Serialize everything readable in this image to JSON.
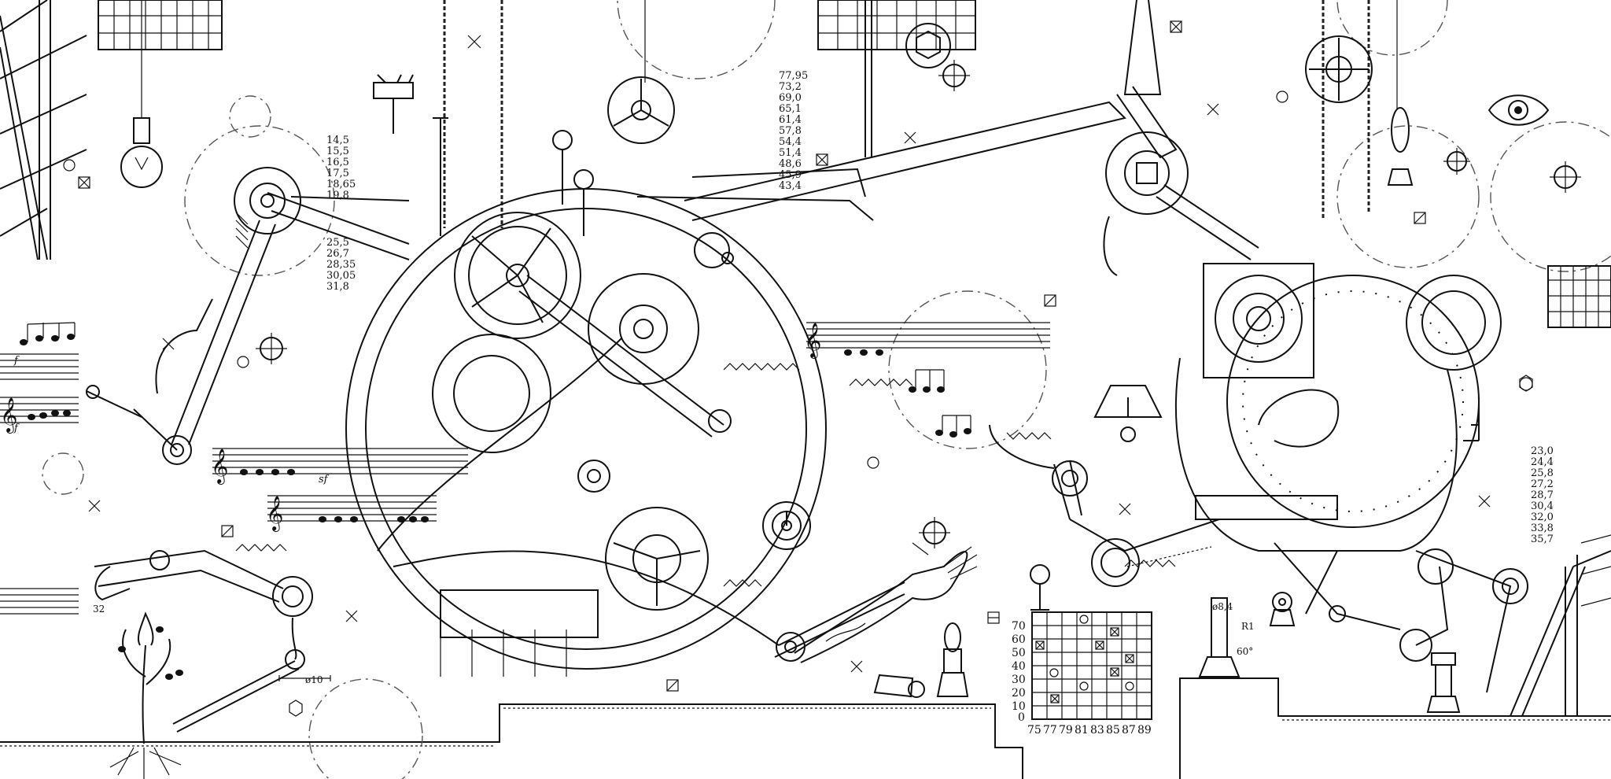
{
  "scene": {
    "description_free": true,
    "background": "#ffffff",
    "ink": "#111111"
  },
  "numbers_left": [
    "14,5",
    "15,5",
    "16,5",
    "17,5",
    "18,65",
    "19,8",
    "25,5",
    "26,7",
    "28,35",
    "30,05",
    "31,8"
  ],
  "numbers_center": [
    "77,95",
    "73,2",
    "69,0",
    "65,1",
    "61,4",
    "57,8",
    "54,4",
    "51,4",
    "48,6",
    "45,9",
    "43,4"
  ],
  "numbers_right": [
    "23,0",
    "24,4",
    "25,8",
    "27,2",
    "28,7",
    "30,4",
    "32,0",
    "33,8",
    "35,7"
  ],
  "grid_chart": {
    "y_ticks": [
      "70",
      "60",
      "50",
      "40",
      "30",
      "20",
      "10",
      "0"
    ],
    "x_ticks": [
      "75",
      "77",
      "79",
      "81",
      "83",
      "85",
      "87",
      "89"
    ]
  },
  "dimension_labels": {
    "phi10": "ø10",
    "phi84": "ø8,4",
    "r1": "R1",
    "deg60": "60°",
    "dim32": "32"
  },
  "music": {
    "dynamic_f": "f",
    "dynamic_sf": "sf",
    "clef": "𝄞"
  },
  "icons": {
    "lightbulb": "lightbulb-icon",
    "eye": "eye-icon",
    "hand": "hand-icon",
    "plant": "plant-icon"
  }
}
